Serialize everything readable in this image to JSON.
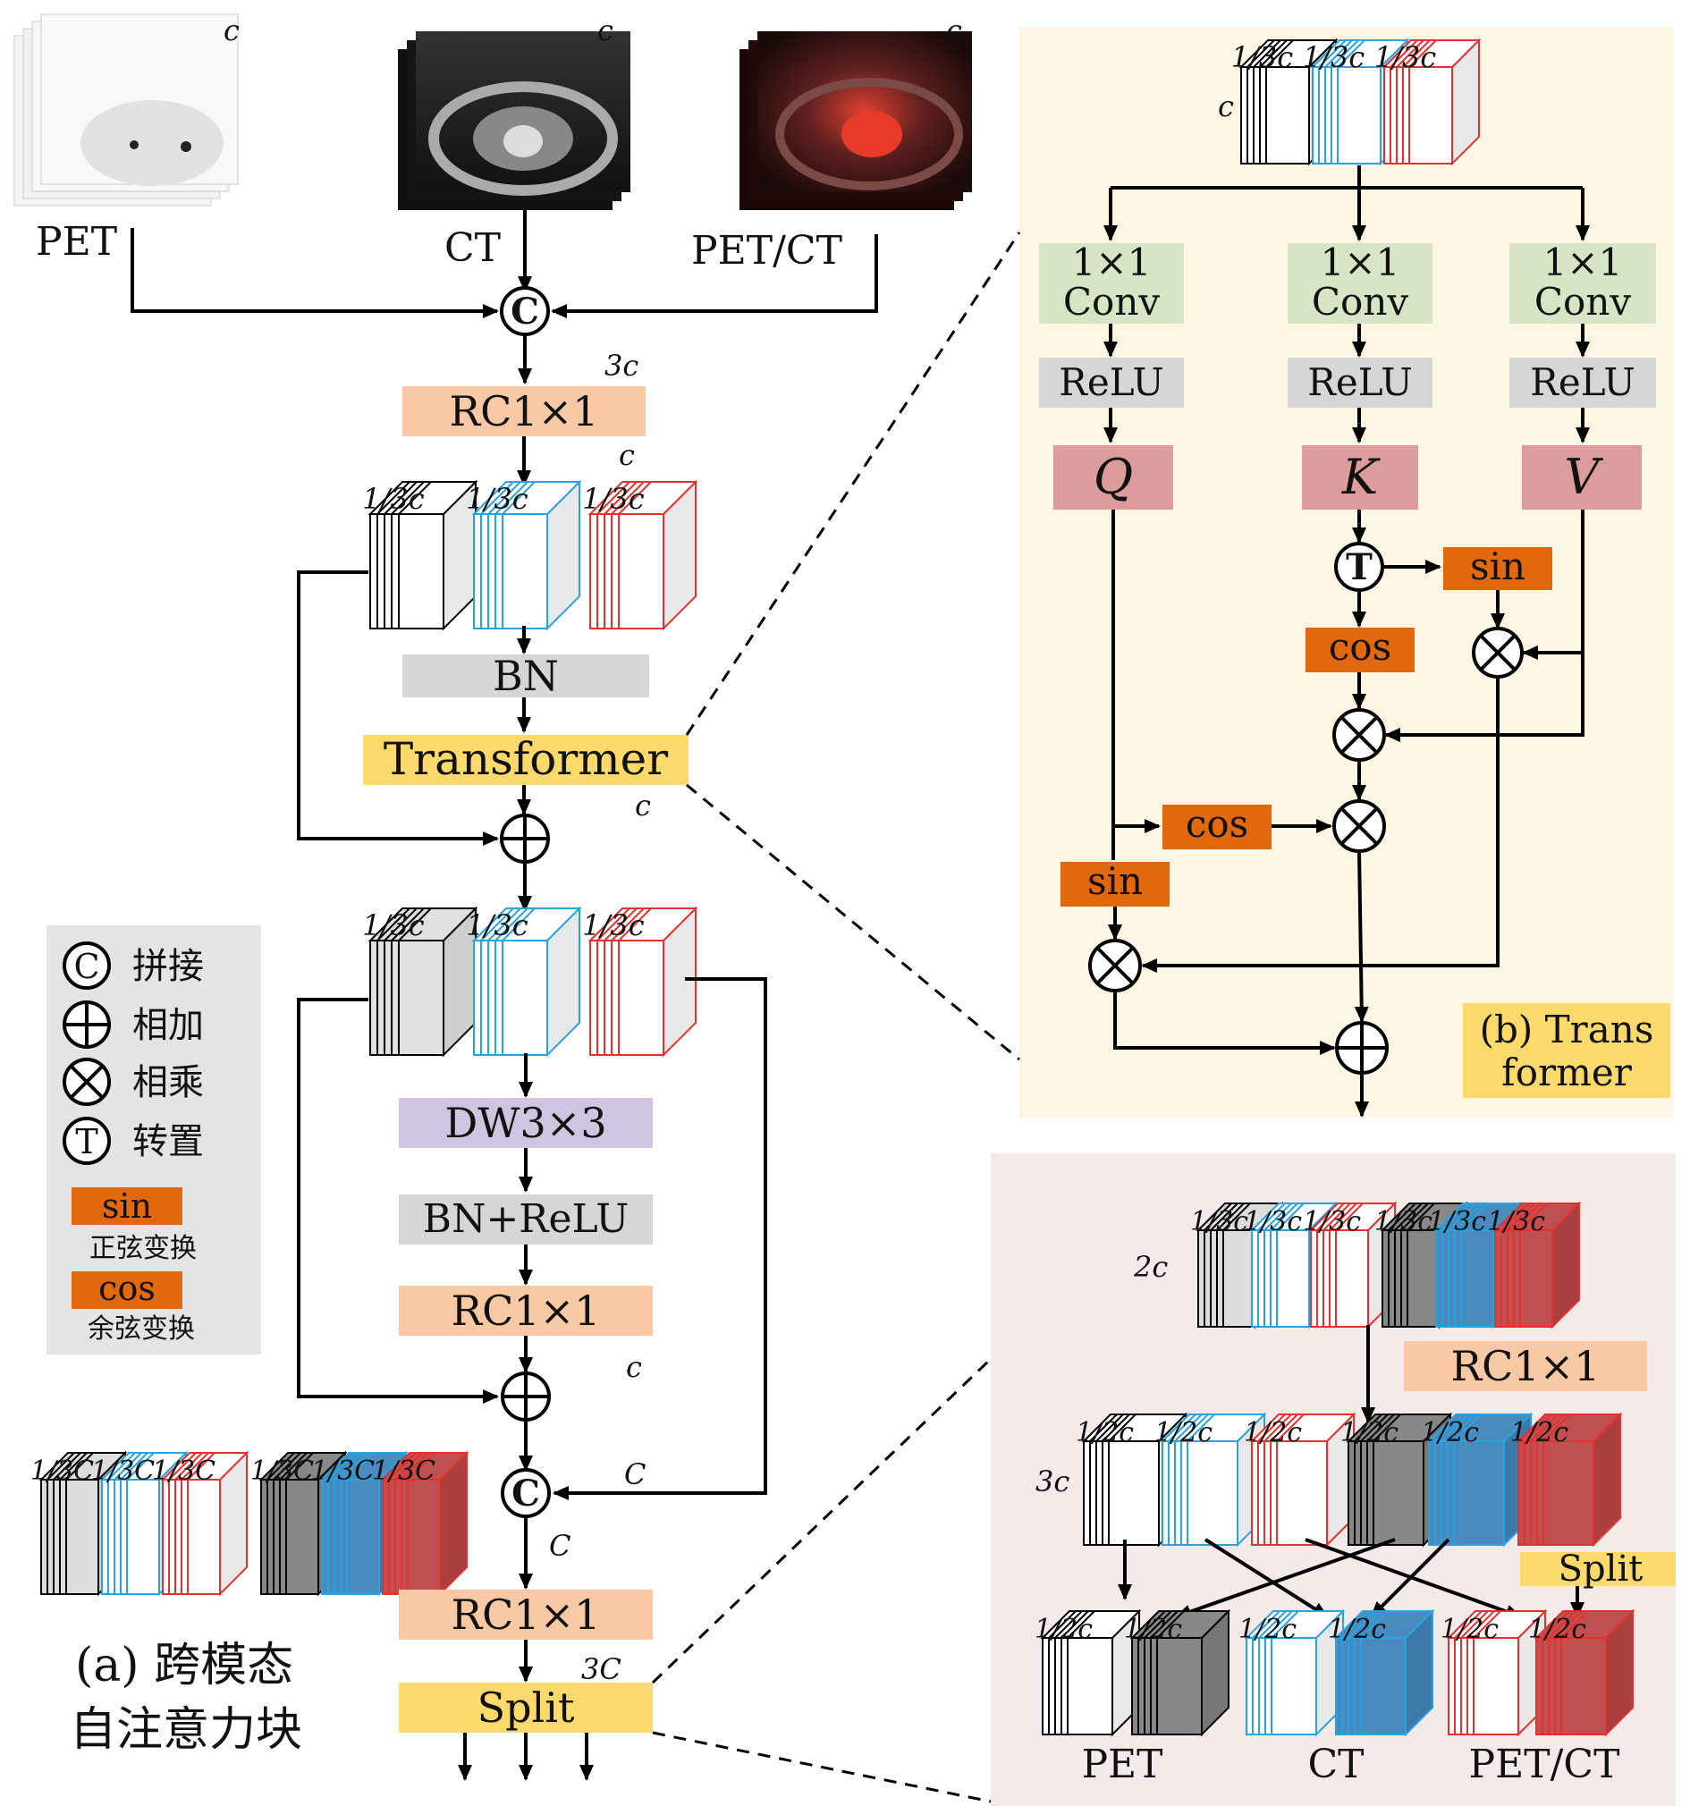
{
  "inputs": {
    "pet": "PET",
    "ct": "CT",
    "petct": "PET/CT",
    "c": "c"
  },
  "ops": {
    "concat": "C",
    "add": "+",
    "mul": "×",
    "transpose": "T"
  },
  "blocks": {
    "rc1": "RC1×1",
    "bn": "BN",
    "transformer": "Transformer",
    "dw": "DW3×3",
    "bnrelu": "BN+ReLU",
    "rc2": "RC1×1",
    "rc3": "RC1×1",
    "split": "Split"
  },
  "dims": {
    "c3": "3c",
    "c": "c",
    "C": "C",
    "C3": "3C",
    "c2": "2c"
  },
  "stack_labels": {
    "third_c": "1/3c",
    "third_C": "1/3C",
    "half_c": "1/2c"
  },
  "legend": {
    "concat": "拼接",
    "add": "相加",
    "mul": "相乘",
    "transpose": "转置",
    "sin": "sin",
    "sin_desc": "正弦变换",
    "cos": "cos",
    "cos_desc": "余弦变换"
  },
  "caption_a": {
    "line1": "(a) 跨模态",
    "line2": "自注意力块"
  },
  "transformer_detail": {
    "conv_l1": "1×1",
    "conv_l2": "Conv",
    "relu": "ReLU",
    "q": "Q",
    "k": "K",
    "v": "V",
    "sin": "sin",
    "cos": "cos",
    "caption_line1": "(b) Trans",
    "caption_line2": "former"
  },
  "split_detail": {
    "rc": "RC1×1",
    "split": "Split",
    "out_pet": "PET",
    "out_ct": "CT",
    "out_petct": "PET/CT"
  },
  "colors": {
    "rc": "#f8c9a4",
    "gray": "#d6d6d6",
    "yellow": "#fbd96b",
    "purple": "#cfc5e0",
    "green": "#d7e5c4",
    "qkv": "#dc9c9c",
    "orange": "#e2680e",
    "panel_b": "#fdf6e3",
    "panel_split": "#f6e9e9",
    "legend_bg": "#e4e4e4",
    "blue": "#29a3e0",
    "red": "#e53030"
  }
}
